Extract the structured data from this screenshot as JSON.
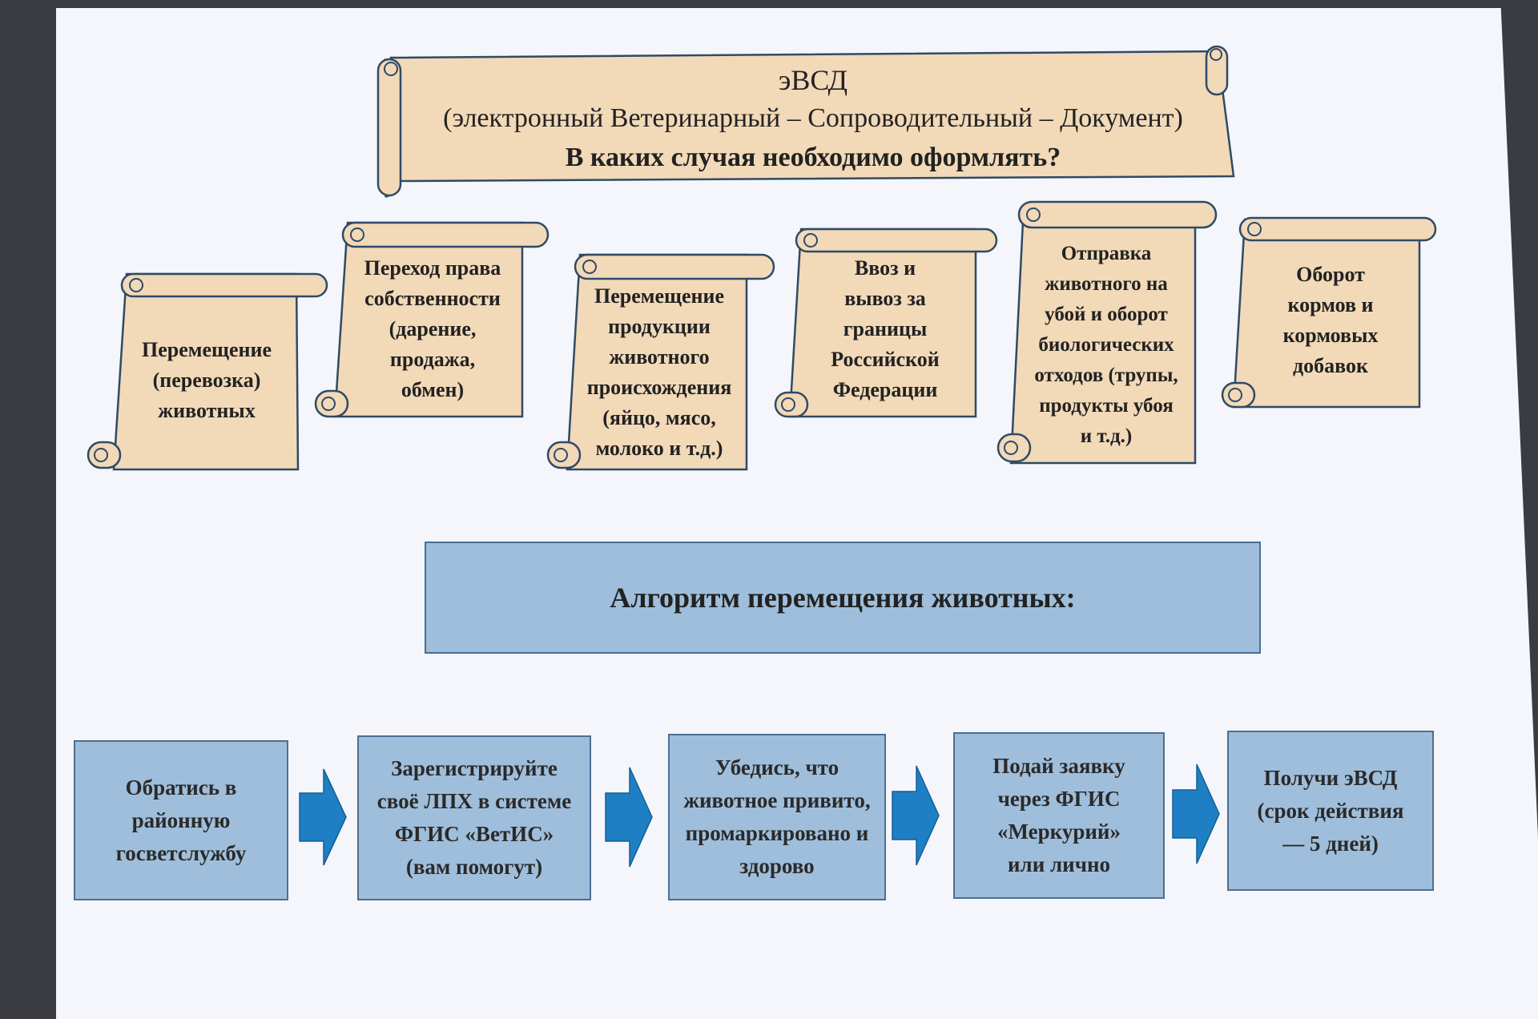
{
  "title": {
    "line1": "эВСД",
    "line2": "(электронный Ветеринарный – Сопроводительный – Документ)",
    "line3": "В каких случая необходимо оформлять?"
  },
  "cases": [
    {
      "lines": [
        "Перемещение",
        "(перевозка)",
        "животных"
      ]
    },
    {
      "lines": [
        "Переход права",
        "собственности",
        "(дарение,",
        "продажа,",
        "обмен)"
      ]
    },
    {
      "lines": [
        "Перемещение",
        "продукции",
        "животного",
        "происхождения",
        "(яйцо, мясо,",
        "молоко и т.д.)"
      ]
    },
    {
      "lines": [
        "Ввоз и",
        "вывоз за",
        "границы",
        "Российской",
        "Федерации"
      ]
    },
    {
      "lines": [
        "Отправка",
        "животного на",
        "убой и оборот",
        "биологических",
        "отходов (трупы,",
        "продукты убоя",
        "и т.д.)"
      ]
    },
    {
      "lines": [
        "Оборот",
        "кормов и",
        "кормовых",
        "добавок"
      ]
    }
  ],
  "algorithm_title": "Алгоритм перемещения животных:",
  "steps": [
    {
      "lines": [
        "Обратись в",
        "районную",
        "госветслужбу"
      ]
    },
    {
      "lines": [
        "Зарегистрируйте",
        "своё ЛПХ в системе",
        "ФГИС «ВетИС»",
        "(вам помогут)"
      ]
    },
    {
      "lines": [
        "Убедись, что",
        "животное привито,",
        "промаркировано и",
        "здорово"
      ]
    },
    {
      "lines": [
        "Подай заявку",
        "через ФГИС",
        "«Меркурий»",
        "или лично"
      ]
    },
    {
      "lines": [
        "Получи эВСД",
        "(срок действия",
        "— 5 дней)"
      ]
    }
  ],
  "colors": {
    "scroll_fill": "#f2d9b8",
    "scroll_stroke": "#2f4a66",
    "step_fill": "#9fbedb",
    "arrow_fill": "#1f7fc4"
  }
}
